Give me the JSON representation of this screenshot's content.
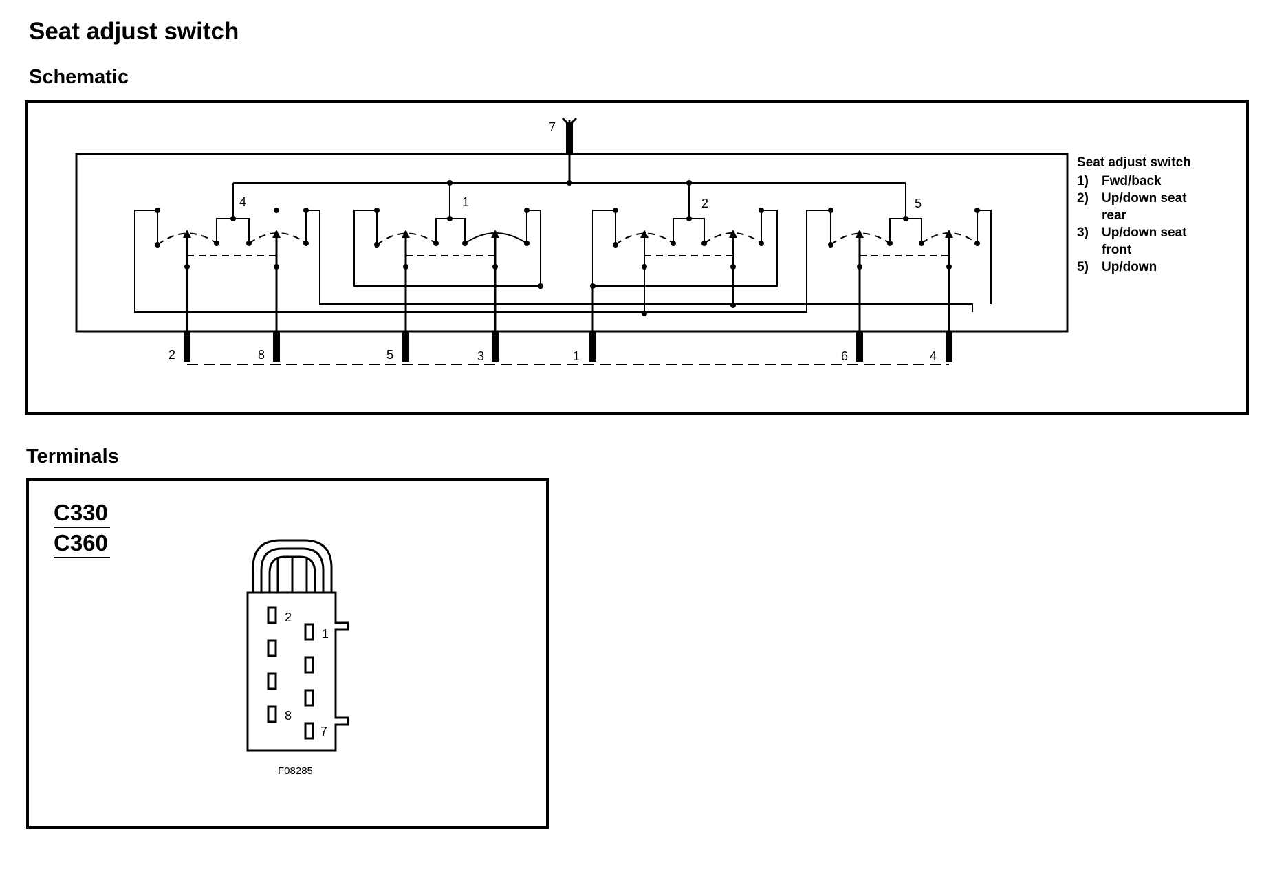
{
  "page": {
    "title": "Seat adjust switch",
    "schematic_heading": "Schematic",
    "terminals_heading": "Terminals"
  },
  "schematic": {
    "supply_pin": "7",
    "switch_labels": [
      "4",
      "1",
      "2",
      "5"
    ],
    "bottom_pins": [
      "2",
      "8",
      "5",
      "3",
      "1",
      "6",
      "4"
    ]
  },
  "legend": {
    "title": "Seat adjust switch",
    "items": [
      {
        "num": "1)",
        "text": "Fwd/back"
      },
      {
        "num": "2)",
        "text": "Up/down seat rear"
      },
      {
        "num": "3)",
        "text": "Up/down seat front"
      },
      {
        "num": "5)",
        "text": "Up/down"
      }
    ]
  },
  "terminals": {
    "connectors": [
      "C330",
      "C360"
    ],
    "pin_labels": [
      "2",
      "1",
      "8",
      "7"
    ],
    "figure_code": "F08285"
  }
}
